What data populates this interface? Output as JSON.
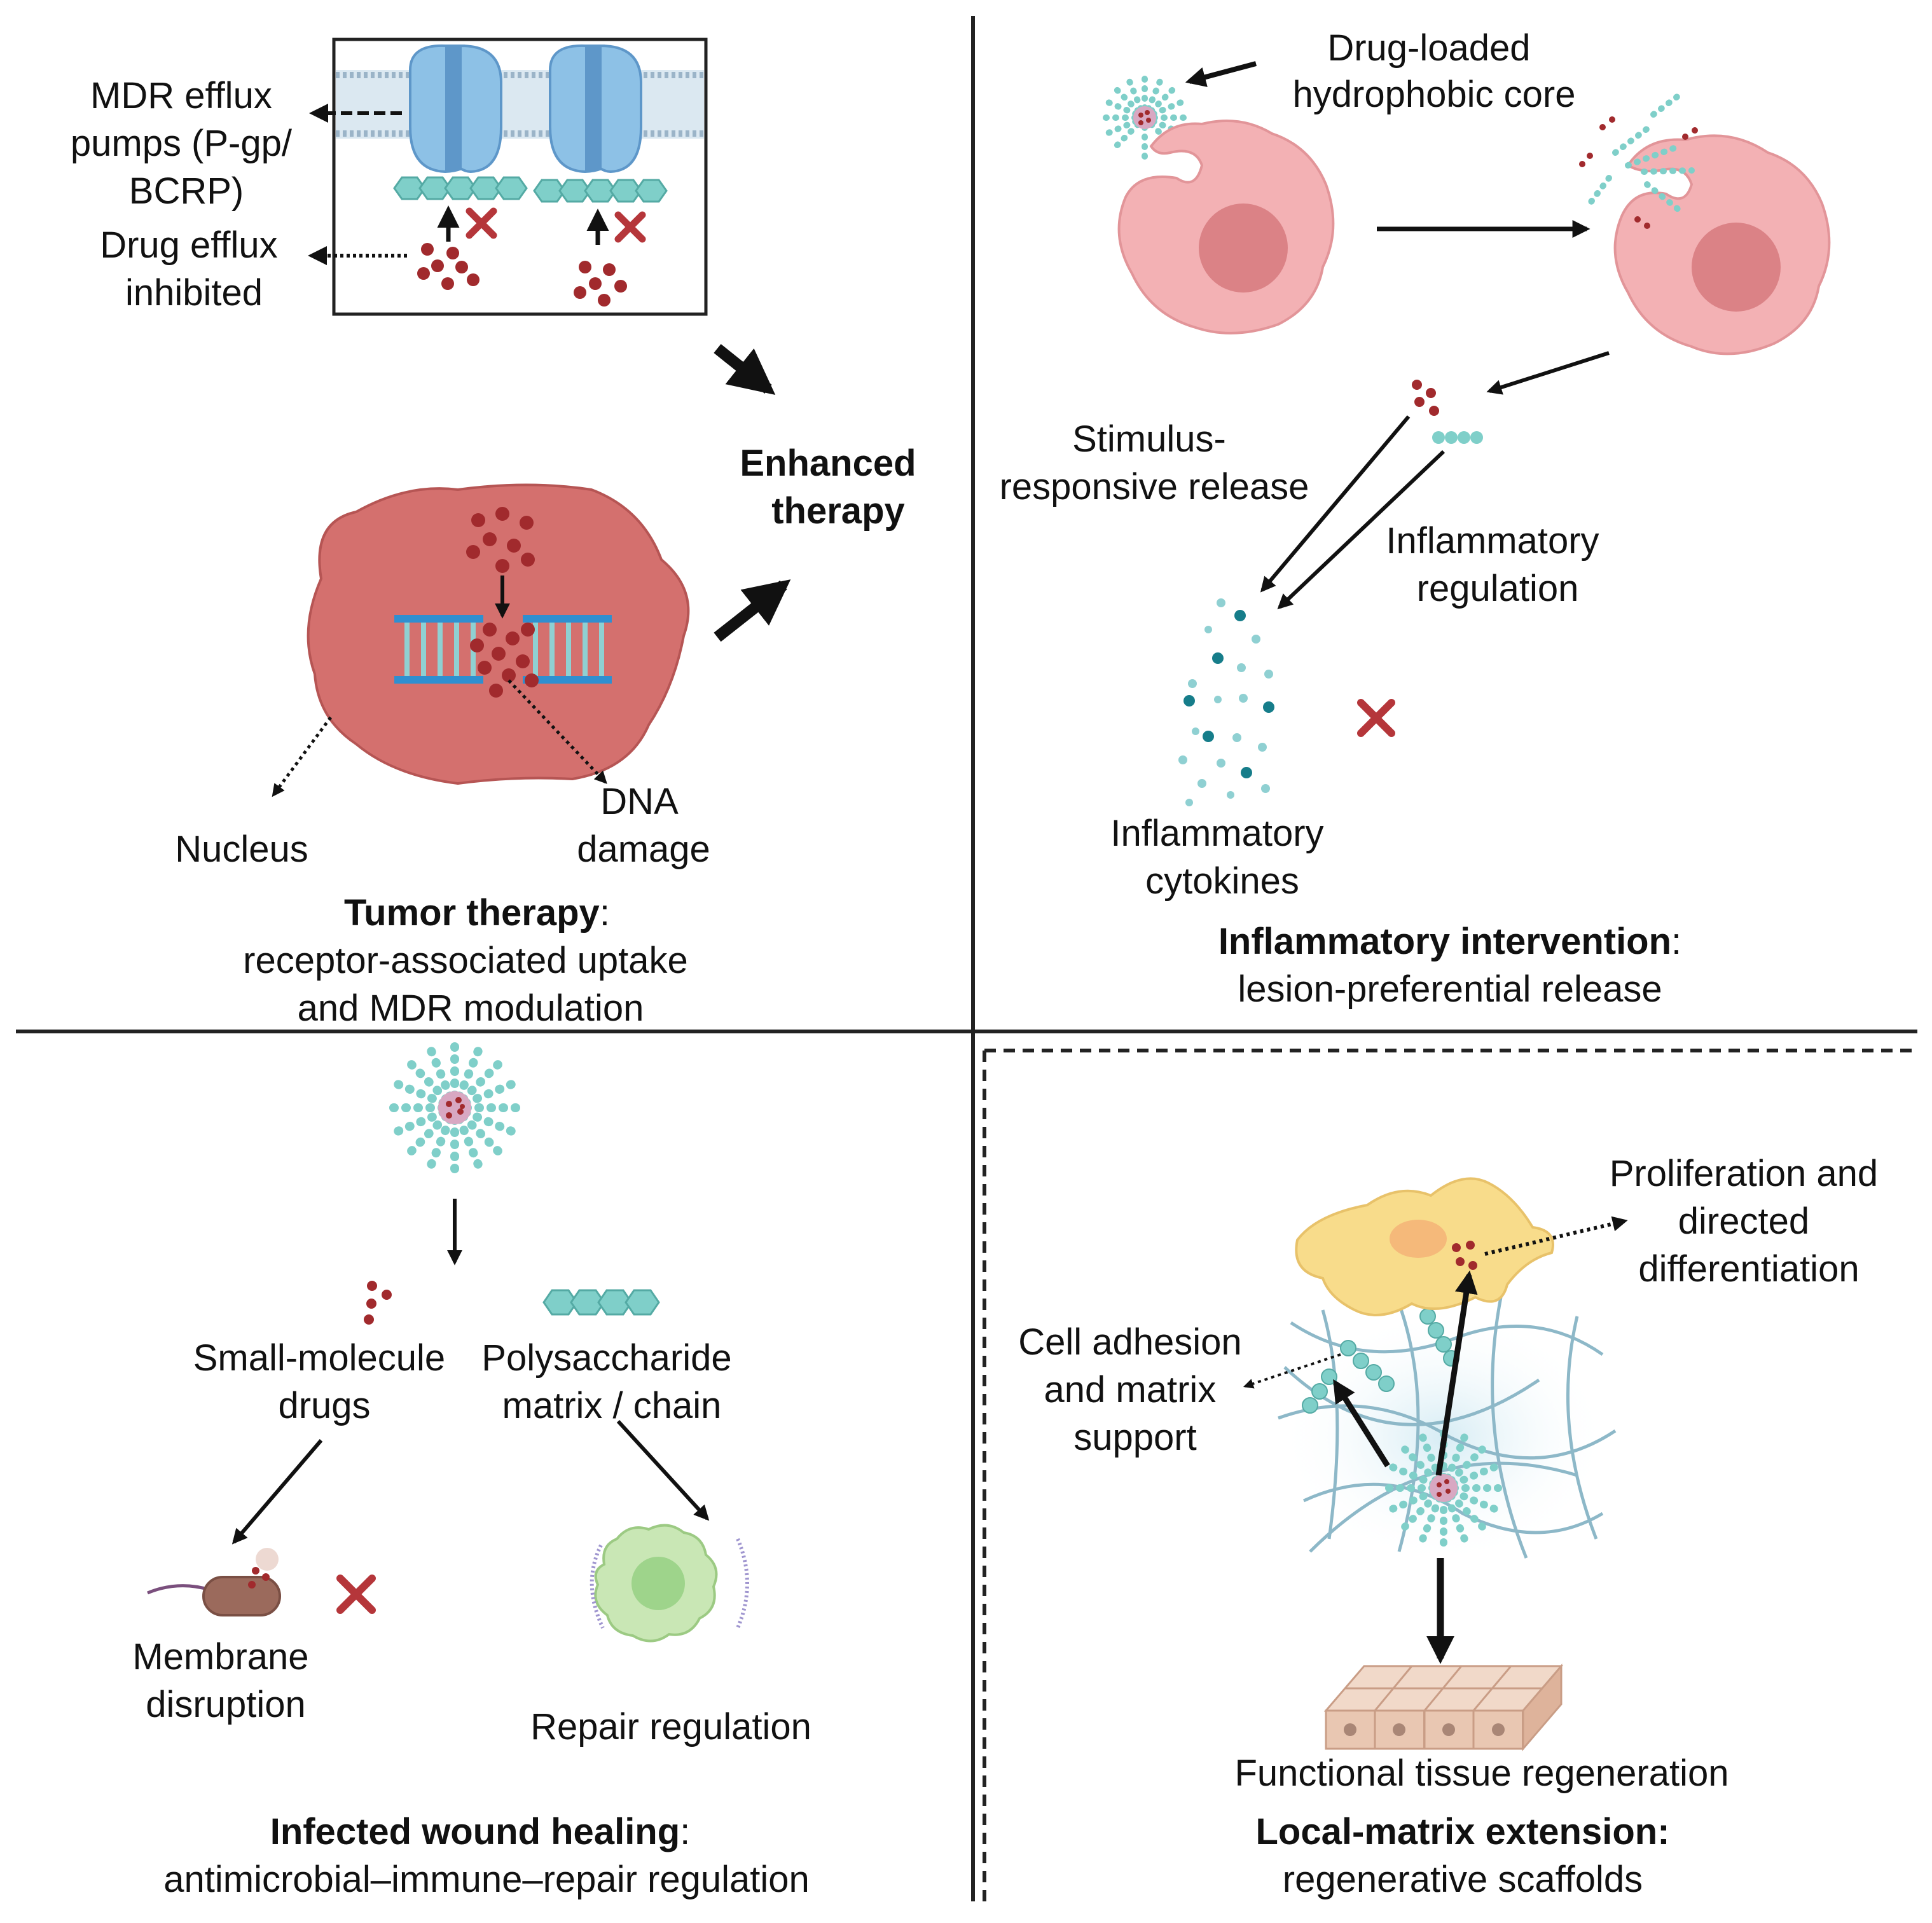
{
  "colors": {
    "tumor": "#d4706e",
    "tumor_edge": "#b65554",
    "drug": "#a12a2d",
    "pump": "#8dc1e6",
    "pump_dark": "#5e97c9",
    "bead": "#7fcfc9",
    "cell": "#f3b1b4",
    "cell_nucleus": "#db8286",
    "dna": "#2f8fd0",
    "cross": "#b5363a",
    "stem_cell": "#f8dc8b",
    "repair_cell": "#c9e7b5",
    "tissue": "#e9c7b2",
    "fiber": "#8db8c8",
    "cytokine_dark": "#167d8a",
    "cytokine_light": "#8fd0d2"
  },
  "icons": [
    "membrane-pump-icon",
    "micelle-icon",
    "macrophage-icon",
    "tumor-cell-icon",
    "dna-icon",
    "bacterium-icon",
    "repair-cell-icon",
    "stem-cell-icon",
    "scaffold-icon",
    "tissue-icon",
    "cross-icon"
  ],
  "tumor": {
    "mdr_label": [
      "MDR efflux",
      "pumps (P-gp/",
      "BCRP)"
    ],
    "efflux_label": [
      "Drug efflux",
      "inhibited"
    ],
    "nucleus_label": "Nucleus",
    "dna_label": [
      "DNA",
      "damage"
    ],
    "title_bold": "Tumor therapy",
    "title_rest": ":",
    "subtitle": [
      "receptor-associated uptake",
      "and MDR modulation"
    ]
  },
  "center": {
    "enhanced": [
      "Enhanced",
      "therapy"
    ]
  },
  "inflammation": {
    "core_label": [
      "Drug-loaded",
      "hydrophobic core"
    ],
    "stimulus_label": [
      "Stimulus-",
      "responsive release"
    ],
    "regulation_label": [
      "Inflammatory",
      "regulation"
    ],
    "cytokines_label": [
      "Inflammatory",
      "cytokines"
    ],
    "title_bold": "Inflammatory intervention",
    "title_rest": ":",
    "subtitle": "lesion-preferential release"
  },
  "wound": {
    "small_molecule": [
      "Small-molecule",
      "drugs"
    ],
    "polysaccharide": [
      "Polysaccharide",
      "matrix / chain"
    ],
    "membrane": [
      "Membrane",
      "disruption"
    ],
    "repair": "Repair regulation",
    "title_bold": "Infected wound healing",
    "title_rest": ":",
    "subtitle": "antimicrobial–immune–repair regulation"
  },
  "matrix": {
    "proliferation": [
      "Proliferation and",
      "directed",
      "differentiation"
    ],
    "adhesion": [
      "Cell adhesion",
      "and matrix",
      "support"
    ],
    "regeneration": "Functional tissue regeneration",
    "title_bold": "Local-matrix extension:",
    "subtitle": "regenerative scaffolds"
  }
}
